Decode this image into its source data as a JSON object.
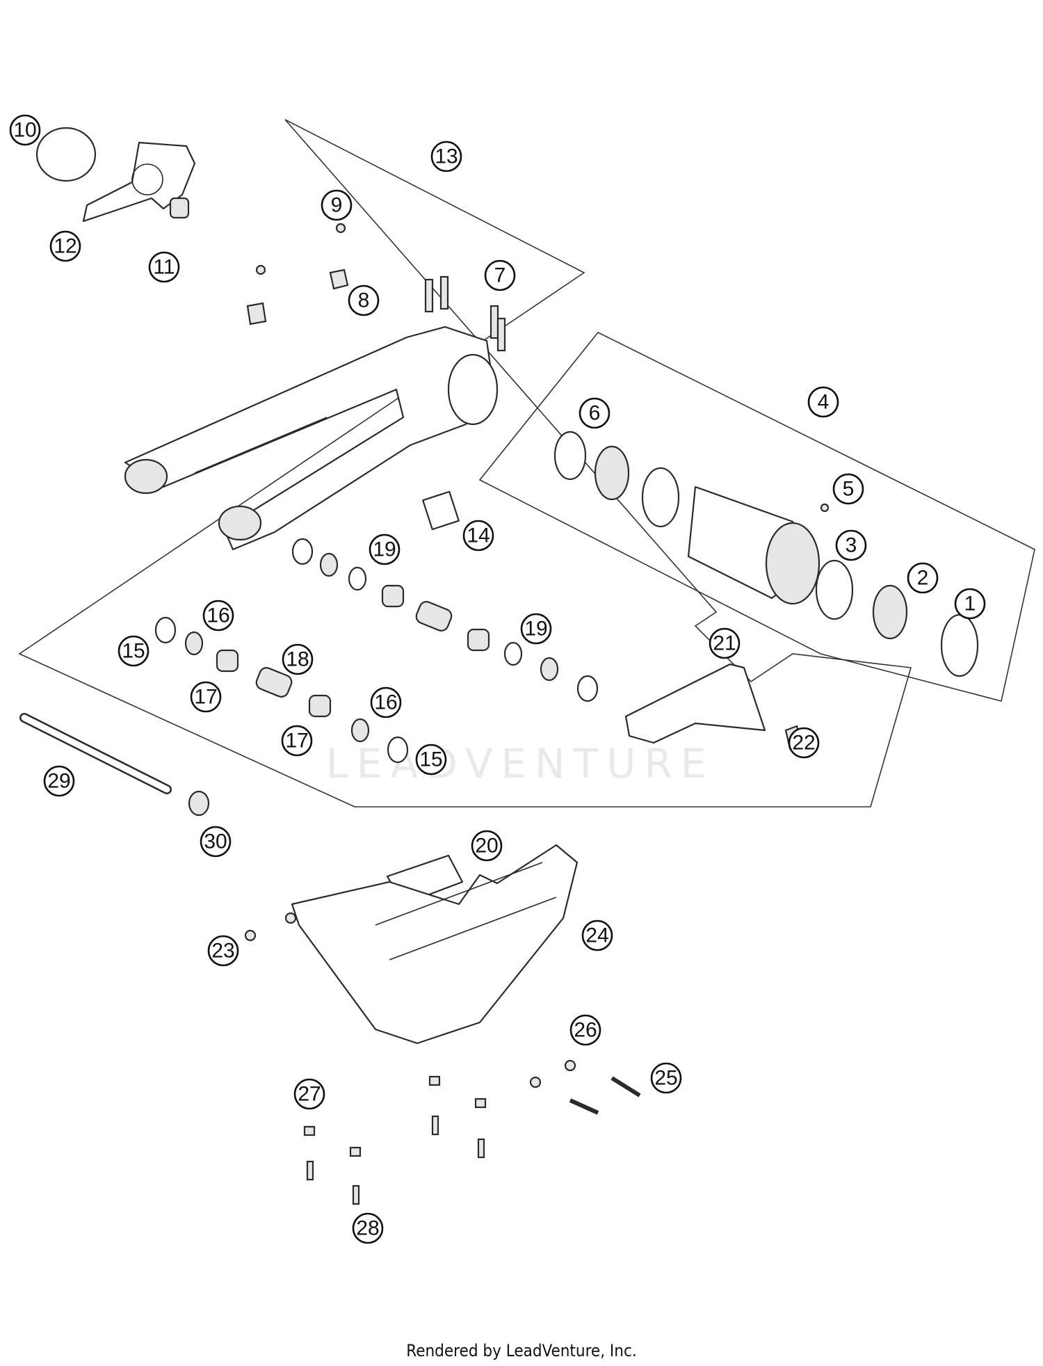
{
  "watermark": "LEADVENTURE",
  "footer": "Rendered by LeadVenture, Inc.",
  "callouts": [
    "1",
    "2",
    "3",
    "4",
    "5",
    "6",
    "7",
    "8",
    "9",
    "10",
    "11",
    "12",
    "13",
    "14",
    "15",
    "15",
    "16",
    "16",
    "17",
    "17",
    "18",
    "19",
    "19",
    "20",
    "21",
    "22",
    "23",
    "24",
    "25",
    "26",
    "27",
    "28",
    "29",
    "30"
  ]
}
